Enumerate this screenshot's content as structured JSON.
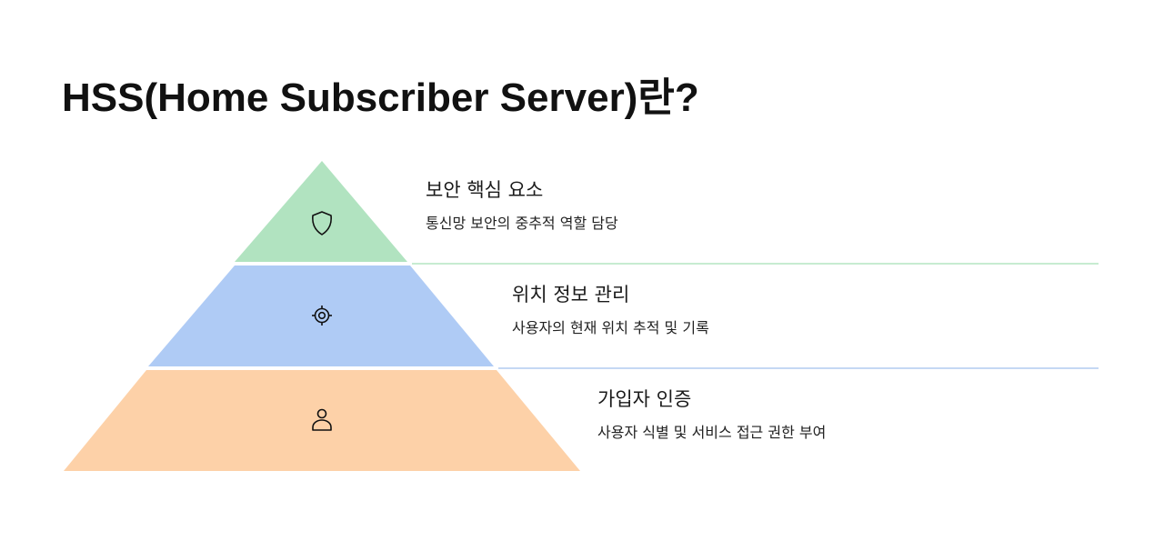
{
  "title": "HSS(Home Subscriber Server)란?",
  "colors": {
    "top": "#b1e3c0",
    "middle": "#afcbf5",
    "bottom": "#fdd1a8",
    "top_line": "#c7ecd1",
    "middle_line": "#c5d8f4"
  },
  "tiers": [
    {
      "level": "top",
      "icon": "shield-icon",
      "title": "보안 핵심 요소",
      "description": "통신망 보안의 중추적 역할 담당"
    },
    {
      "level": "middle",
      "icon": "location-target-icon",
      "title": "위치 정보 관리",
      "description": "사용자의 현재 위치 추적 및 기록"
    },
    {
      "level": "bottom",
      "icon": "user-icon",
      "title": "가입자 인증",
      "description": "사용자 식별 및 서비스 접근 권한 부여"
    }
  ]
}
